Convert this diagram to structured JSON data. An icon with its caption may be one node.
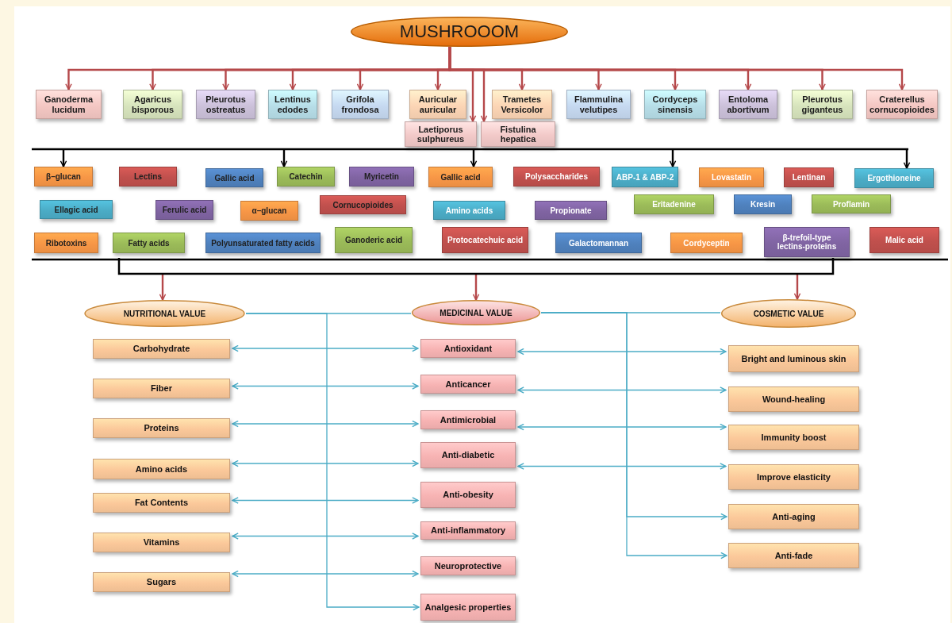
{
  "diagram": {
    "nodes": [
      {
        "text": [
          "MUSHROOOM"
        ]
      },
      {
        "text": [
          "Ganoderma lucidum"
        ]
      },
      {
        "text": [
          "Agaricus bisporous"
        ]
      },
      {
        "text": [
          "Pleurotus ostreatus"
        ]
      },
      {
        "text": [
          "Lentinus edodes"
        ]
      },
      {
        "text": [
          "Grifola frondosa"
        ]
      },
      {
        "text": [
          "Auricular auricular"
        ]
      },
      {
        "text": [
          "Trametes Versicolor"
        ]
      },
      {
        "text": [
          "Flammulina velutipes"
        ]
      },
      {
        "text": [
          "Cordyceps sinensis"
        ]
      },
      {
        "text": [
          "Entoloma abortivum"
        ]
      },
      {
        "text": [
          "Pleurotus giganteus"
        ]
      },
      {
        "text": [
          "Craterellus cornucopioides"
        ]
      },
      {
        "text": [
          "Laetiporus sulphureus"
        ]
      },
      {
        "text": [
          "Fistulina hepatica"
        ]
      },
      {
        "text": [
          "β–glucan"
        ]
      },
      {
        "text": [
          "Lectins"
        ]
      },
      {
        "text": [
          "Gallic acid"
        ]
      },
      {
        "text": [
          "Catechin"
        ]
      },
      {
        "text": [
          "Myricetin"
        ]
      },
      {
        "text": [
          "Gallic acid"
        ]
      },
      {
        "text": [
          "Polysaccharides"
        ]
      },
      {
        "text": [
          "ABP-1 & ABP-2"
        ]
      },
      {
        "text": [
          "Lovastatin"
        ]
      },
      {
        "text": [
          "Lentinan"
        ]
      },
      {
        "text": [
          "Ergothioneine"
        ]
      },
      {
        "text": [
          "Ellagic acid"
        ]
      },
      {
        "text": [
          "Ferulic acid"
        ]
      },
      {
        "text": [
          "α–glucan"
        ]
      },
      {
        "text": [
          "Cornucopioides"
        ]
      },
      {
        "text": [
          "Amino acids"
        ]
      },
      {
        "text": [
          "Propionate"
        ]
      },
      {
        "text": [
          "Eritadenine"
        ]
      },
      {
        "text": [
          "Kresin"
        ]
      },
      {
        "text": [
          "Proflamin"
        ]
      },
      {
        "text": [
          "Ribotoxins"
        ]
      },
      {
        "text": [
          "Fatty acids"
        ]
      },
      {
        "text": [
          "Polyunsaturated fatty acids"
        ]
      },
      {
        "text": [
          "Ganoderic acid"
        ]
      },
      {
        "text": [
          "Protocatechuic acid"
        ]
      },
      {
        "text": [
          "Galactomannan"
        ]
      },
      {
        "text": [
          "Cordyceptin"
        ]
      },
      {
        "text": [
          "β-trefoil-type lectins-proteins"
        ]
      },
      {
        "text": [
          "Malic acid"
        ]
      },
      {
        "text": [
          "NUTRITIONAL VALUE"
        ]
      },
      {
        "text": [
          "MEDICINAL VALUE"
        ]
      },
      {
        "text": [
          "COSMETIC VALUE"
        ]
      },
      {
        "text": [
          "Carbohydrate"
        ]
      },
      {
        "text": [
          "Fiber"
        ]
      },
      {
        "text": [
          "Proteins"
        ]
      },
      {
        "text": [
          "Amino acids"
        ]
      },
      {
        "text": [
          "Fat Contents"
        ]
      },
      {
        "text": [
          "Vitamins"
        ]
      },
      {
        "text": [
          "Sugars"
        ]
      },
      {
        "text": [
          "Antioxidant"
        ]
      },
      {
        "text": [
          "Anticancer"
        ]
      },
      {
        "text": [
          "Antimicrobial"
        ]
      },
      {
        "text": [
          "Anti-diabetic"
        ]
      },
      {
        "text": [
          "Anti-obesity"
        ]
      },
      {
        "text": [
          "Anti-inflammatory"
        ]
      },
      {
        "text": [
          "Neuroprotective"
        ]
      },
      {
        "text": [
          "Analgesic properties"
        ]
      },
      {
        "text": [
          "Bright and luminous skin"
        ]
      },
      {
        "text": [
          "Wound-healing"
        ]
      },
      {
        "text": [
          "Immunity boost"
        ]
      },
      {
        "text": [
          "Improve elasticity"
        ]
      },
      {
        "text": [
          "Anti-aging"
        ]
      },
      {
        "text": [
          "Anti-fade"
        ]
      },
      {
        "text": [],
        "shape": "bracket"
      }
    ],
    "edges": [
      {
        "from": 0,
        "to": 1,
        "arrow": "to",
        "color": "#b5484a"
      },
      {
        "from": 0,
        "to": 2,
        "arrow": "to",
        "color": "#b5484a"
      },
      {
        "from": 0,
        "to": 3,
        "arrow": "to",
        "color": "#b5484a"
      },
      {
        "from": 0,
        "to": 4,
        "arrow": "to",
        "color": "#b5484a"
      },
      {
        "from": 0,
        "to": 5,
        "arrow": "to",
        "color": "#b5484a"
      },
      {
        "from": 0,
        "to": 6,
        "arrow": "to",
        "color": "#b5484a"
      },
      {
        "from": 0,
        "to": 7,
        "arrow": "to",
        "color": "#b5484a"
      },
      {
        "from": 0,
        "to": 8,
        "arrow": "to",
        "color": "#b5484a"
      },
      {
        "from": 0,
        "to": 9,
        "arrow": "to",
        "color": "#b5484a"
      },
      {
        "from": 0,
        "to": 10,
        "arrow": "to",
        "color": "#b5484a"
      },
      {
        "from": 0,
        "to": 11,
        "arrow": "to",
        "color": "#b5484a"
      },
      {
        "from": 0,
        "to": 12,
        "arrow": "to",
        "color": "#b5484a"
      },
      {
        "from": 0,
        "to": 13,
        "arrow": "to",
        "color": "#b5484a"
      },
      {
        "from": 0,
        "to": 14,
        "arrow": "to",
        "color": "#b5484a"
      },
      {
        "from": null,
        "to": 15,
        "arrow": "to",
        "color": "#000000"
      },
      {
        "from": null,
        "to": 18,
        "arrow": "to",
        "color": "#000000"
      },
      {
        "from": null,
        "to": 20,
        "arrow": "to",
        "color": "#000000"
      },
      {
        "from": null,
        "to": 22,
        "arrow": "to",
        "color": "#000000"
      },
      {
        "from": null,
        "to": 25,
        "arrow": "to",
        "color": "#000000"
      },
      {
        "from": 68,
        "to": 44,
        "arrow": "to",
        "color": "#b5484a"
      },
      {
        "from": 68,
        "to": 45,
        "arrow": "to",
        "color": "#b5484a"
      },
      {
        "from": 68,
        "to": 46,
        "arrow": "to",
        "color": "#b5484a"
      },
      {
        "from": 47,
        "to": 54,
        "arrow": "both",
        "color": "#4bacc6"
      },
      {
        "from": 48,
        "to": 55,
        "arrow": "both",
        "color": "#4bacc6"
      },
      {
        "from": 49,
        "to": 56,
        "arrow": "both",
        "color": "#4bacc6"
      },
      {
        "from": 50,
        "to": 57,
        "arrow": "both",
        "color": "#4bacc6"
      },
      {
        "from": 51,
        "to": 58,
        "arrow": "both",
        "color": "#4bacc6"
      },
      {
        "from": 52,
        "to": 59,
        "arrow": "both",
        "color": "#4bacc6"
      },
      {
        "from": 53,
        "to": 60,
        "arrow": "both",
        "color": "#4bacc6"
      },
      {
        "from": 54,
        "to": 62,
        "arrow": "both",
        "color": "#4bacc6"
      },
      {
        "from": 55,
        "to": 63,
        "arrow": "both",
        "color": "#4bacc6"
      },
      {
        "from": 56,
        "to": 64,
        "arrow": "both",
        "color": "#4bacc6"
      },
      {
        "from": 57,
        "to": 65,
        "arrow": "both",
        "color": "#4bacc6"
      },
      {
        "from": 44,
        "to": 45,
        "arrow": "none",
        "color": "#4bacc6"
      },
      {
        "from": 44,
        "to": 61,
        "arrow": "to",
        "color": "#4bacc6"
      },
      {
        "from": 45,
        "to": 46,
        "arrow": "none",
        "color": "#4bacc6"
      },
      {
        "from": 45,
        "to": 66,
        "arrow": "to",
        "color": "#4bacc6"
      },
      {
        "from": 45,
        "to": 67,
        "arrow": "to",
        "color": "#4bacc6"
      }
    ]
  }
}
